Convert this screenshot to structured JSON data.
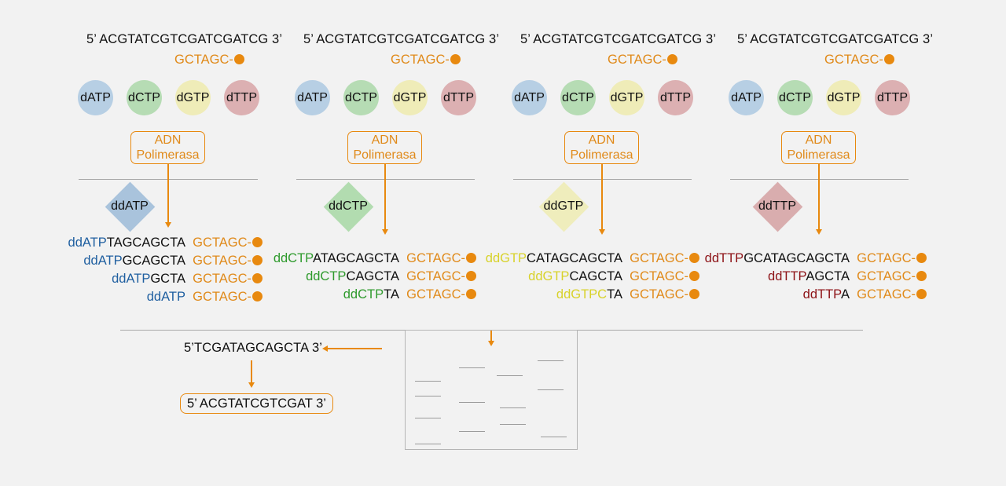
{
  "panels": [
    {
      "id": "A",
      "template": "5’ ACGTATCGTCGATCGATCG 3’",
      "primer": "GCTAGC-",
      "nucleotides": [
        "dATP",
        "dCTP",
        "dGTP",
        "dTTP"
      ],
      "enzyme_line1": "ADN",
      "enzyme_line2": "Polimerasa",
      "dideoxy": "ddATP",
      "fragments": [
        {
          "dd": "ddATP",
          "seq": "TAGCAGCTA",
          "primer": "GCTAGC-"
        },
        {
          "dd": "ddATP",
          "seq": "GCAGCTA",
          "primer": "GCTAGC-"
        },
        {
          "dd": "ddATP",
          "seq": "GCTA",
          "primer": "GCTAGC-"
        },
        {
          "dd": "ddATP",
          "seq": "",
          "primer": "GCTAGC-"
        }
      ]
    },
    {
      "id": "C",
      "template": "5’ ACGTATCGTCGATCGATCG 3’",
      "primer": "GCTAGC-",
      "nucleotides": [
        "dATP",
        "dCTP",
        "dGTP",
        "dTTP"
      ],
      "enzyme_line1": "ADN",
      "enzyme_line2": "Polimerasa",
      "dideoxy": "ddCTP",
      "fragments": [
        {
          "dd": "ddCTP",
          "seq": "ATAGCAGCTA",
          "primer": "GCTAGC-"
        },
        {
          "dd": "ddCTP",
          "seq": "CAGCTA",
          "primer": "GCTAGC-"
        },
        {
          "dd": "ddCTP",
          "seq": "TA",
          "primer": "GCTAGC-"
        }
      ]
    },
    {
      "id": "G",
      "template": "5’ ACGTATCGTCGATCGATCG 3’",
      "primer": "GCTAGC-",
      "nucleotides": [
        "dATP",
        "dCTP",
        "dGTP",
        "dTTP"
      ],
      "enzyme_line1": "ADN",
      "enzyme_line2": "Polimerasa",
      "dideoxy": "ddGTP",
      "fragments": [
        {
          "dd": "ddGTP",
          "seq": "CATAGCAGCTA",
          "primer": "GCTAGC-"
        },
        {
          "dd": "ddGTP",
          "seq": "CAGCTA",
          "primer": "GCTAGC-"
        },
        {
          "dd": "ddGTPC",
          "seq": "TA",
          "primer": "GCTAGC-"
        }
      ]
    },
    {
      "id": "T",
      "template": "5’ ACGTATCGTCGATCGATCG 3’",
      "primer": "GCTAGC-",
      "nucleotides": [
        "dATP",
        "dCTP",
        "dGTP",
        "dTTP"
      ],
      "enzyme_line1": "ADN",
      "enzyme_line2": "Polimerasa",
      "dideoxy": "ddTTP",
      "fragments": [
        {
          "dd": "ddTTP",
          "seq": "GCATAGCAGCTA",
          "primer": "GCTAGC-"
        },
        {
          "dd": "ddTTP",
          "seq": "AGCTA",
          "primer": "GCTAGC-"
        },
        {
          "dd": "ddTTP",
          "seq": "A",
          "primer": "GCTAGC-"
        }
      ]
    }
  ],
  "read_sequence": "5’TCGATAGCAGCTA 3’",
  "complement_sequence": "5’ ACGTATCGTCGAT 3’",
  "colors": {
    "background": "#f2f2f2",
    "primer": "#e08a1a",
    "ddATP": "#1f5fa0",
    "ddCTP": "#2e9a2c",
    "ddGTP": "#d8d22a",
    "ddTTP": "#8d1216"
  }
}
